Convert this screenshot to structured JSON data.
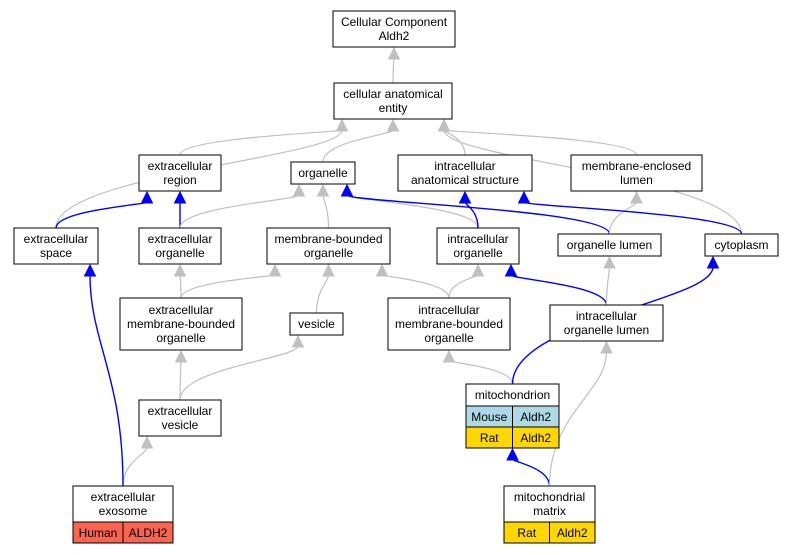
{
  "colors": {
    "node_fill": "#ffffff",
    "is_a_edge": "#c0c0c0",
    "part_of_edge": "#0000ff",
    "mouse": "#add8e6",
    "rat": "#ffd700",
    "human": "#fa6450"
  },
  "nodes": [
    {
      "id": "cc",
      "lines": [
        "Cellular Component",
        "Aldh2"
      ]
    },
    {
      "id": "cae",
      "lines": [
        "cellular anatomical",
        "entity"
      ]
    },
    {
      "id": "ecr",
      "lines": [
        "extracellular",
        "region"
      ]
    },
    {
      "id": "org",
      "lines": [
        "organelle"
      ]
    },
    {
      "id": "ias",
      "lines": [
        "intracellular",
        "anatomical structure"
      ]
    },
    {
      "id": "mel",
      "lines": [
        "membrane-enclosed",
        "lumen"
      ]
    },
    {
      "id": "ecs",
      "lines": [
        "extracellular",
        "space"
      ]
    },
    {
      "id": "eco",
      "lines": [
        "extracellular",
        "organelle"
      ]
    },
    {
      "id": "mbo",
      "lines": [
        "membrane-bounded",
        "organelle"
      ]
    },
    {
      "id": "ico",
      "lines": [
        "intracellular",
        "organelle"
      ]
    },
    {
      "id": "orl",
      "lines": [
        "organelle lumen"
      ]
    },
    {
      "id": "cyt",
      "lines": [
        "cytoplasm"
      ]
    },
    {
      "id": "emb",
      "lines": [
        "extracellular",
        "membrane-bounded",
        "organelle"
      ]
    },
    {
      "id": "ves",
      "lines": [
        "vesicle"
      ]
    },
    {
      "id": "imb",
      "lines": [
        "intracellular",
        "membrane-bounded",
        "organelle"
      ]
    },
    {
      "id": "iol",
      "lines": [
        "intracellular",
        "organelle lumen"
      ]
    },
    {
      "id": "ecv",
      "lines": [
        "extracellular",
        "vesicle"
      ]
    },
    {
      "id": "mito",
      "lines": [
        "mitochondrion"
      ],
      "annotations": [
        {
          "species": "Mouse",
          "gene": "Aldh2",
          "color": "#add8e6"
        },
        {
          "species": "Rat",
          "gene": "Aldh2",
          "color": "#ffd700"
        }
      ]
    },
    {
      "id": "exo",
      "lines": [
        "extracellular",
        "exosome"
      ],
      "annotations": [
        {
          "species": "Human",
          "gene": "ALDH2",
          "color": "#fa6450"
        }
      ]
    },
    {
      "id": "mtx",
      "lines": [
        "mitochondrial",
        "matrix"
      ],
      "annotations": [
        {
          "species": "Rat",
          "gene": "Aldh2",
          "color": "#ffd700"
        }
      ]
    }
  ],
  "edges": [
    {
      "from": "cae",
      "to": "cc",
      "relation": "is_a"
    },
    {
      "from": "ecr",
      "to": "cae",
      "relation": "is_a"
    },
    {
      "from": "org",
      "to": "cae",
      "relation": "is_a"
    },
    {
      "from": "ias",
      "to": "cae",
      "relation": "is_a"
    },
    {
      "from": "mel",
      "to": "cae",
      "relation": "is_a"
    },
    {
      "from": "ecs",
      "to": "cae",
      "relation": "is_a"
    },
    {
      "from": "cyt",
      "to": "cae",
      "relation": "is_a"
    },
    {
      "from": "ecs",
      "to": "ecr",
      "relation": "part_of"
    },
    {
      "from": "eco",
      "to": "ecr",
      "relation": "part_of"
    },
    {
      "from": "eco",
      "to": "org",
      "relation": "is_a"
    },
    {
      "from": "mbo",
      "to": "org",
      "relation": "is_a"
    },
    {
      "from": "ico",
      "to": "org",
      "relation": "is_a"
    },
    {
      "from": "ico",
      "to": "ias",
      "relation": "part_of"
    },
    {
      "from": "orl",
      "to": "org",
      "relation": "part_of"
    },
    {
      "from": "orl",
      "to": "mel",
      "relation": "is_a"
    },
    {
      "from": "cyt",
      "to": "ias",
      "relation": "part_of"
    },
    {
      "from": "emb",
      "to": "eco",
      "relation": "is_a"
    },
    {
      "from": "emb",
      "to": "mbo",
      "relation": "is_a"
    },
    {
      "from": "ves",
      "to": "mbo",
      "relation": "is_a"
    },
    {
      "from": "imb",
      "to": "mbo",
      "relation": "is_a"
    },
    {
      "from": "imb",
      "to": "ico",
      "relation": "is_a"
    },
    {
      "from": "iol",
      "to": "ico",
      "relation": "part_of"
    },
    {
      "from": "iol",
      "to": "orl",
      "relation": "is_a"
    },
    {
      "from": "ecv",
      "to": "emb",
      "relation": "is_a"
    },
    {
      "from": "ecv",
      "to": "ves",
      "relation": "is_a"
    },
    {
      "from": "mito",
      "to": "imb",
      "relation": "is_a"
    },
    {
      "from": "mito",
      "to": "cyt",
      "relation": "part_of"
    },
    {
      "from": "exo",
      "to": "ecv",
      "relation": "is_a"
    },
    {
      "from": "exo",
      "to": "ecs",
      "relation": "part_of"
    },
    {
      "from": "mtx",
      "to": "mito",
      "relation": "part_of"
    },
    {
      "from": "mtx",
      "to": "iol",
      "relation": "is_a"
    }
  ]
}
